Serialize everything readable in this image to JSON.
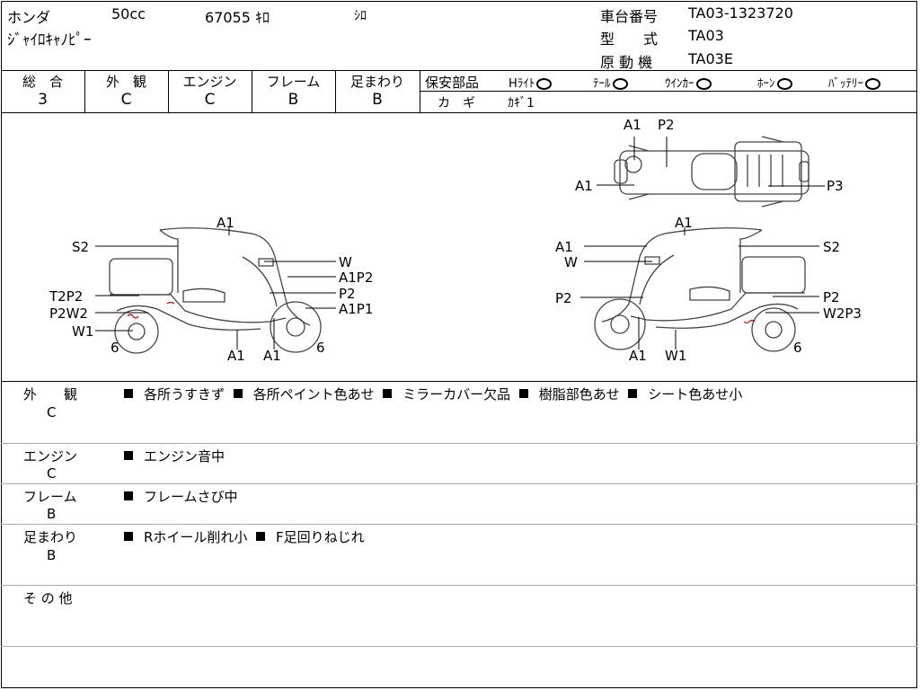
{
  "header": {
    "maker": "ホンダ",
    "displacement": "50cc",
    "mileage": "67055 ｷﾛ",
    "color": "ｼﾛ",
    "model_name": "ｼﾞｬｲﾛｷｬﾉﾋﾟｰ",
    "frame_no_label": "車台番号",
    "frame_no": "TA03-1323720",
    "type_label": "型　　式",
    "type": "TA03",
    "engine_label": "原 動 機",
    "engine": "TA03E"
  },
  "grades": {
    "overall_label": "総　合",
    "overall": "3",
    "exterior_label": "外　観",
    "exterior": "C",
    "engine_label": "エンジン",
    "engine": "C",
    "frame_label": "フレーム",
    "frame": "B",
    "suspension_label": "足まわり",
    "suspension": "B"
  },
  "safety": {
    "label": "保安部品",
    "items": [
      {
        "label": "Hﾗｲﾄ",
        "ok": true
      },
      {
        "label": "ﾃｰﾙ",
        "ok": true
      },
      {
        "label": "ｳｲﾝｶｰ",
        "ok": true
      },
      {
        "label": "ﾎｰﾝ",
        "ok": true
      },
      {
        "label": "ﾊﾞｯﾃﾘｰ",
        "ok": true
      }
    ],
    "key_label": "カ　ギ",
    "key_value": "ｶｷﾞ1"
  },
  "diagram": {
    "top_view": [
      "A1",
      "P2",
      "A1",
      "P3"
    ],
    "left_view": [
      "A1",
      "S2",
      "W",
      "A1P2",
      "T2P2",
      "P2",
      "P2W2",
      "A1P1",
      "W1",
      "6",
      "A1",
      "A1",
      "6"
    ],
    "right_view": [
      "A1",
      "A1",
      "S2",
      "W",
      "P2",
      "P2",
      "W2P3",
      "A1",
      "W1",
      "6"
    ]
  },
  "remarks": [
    {
      "label": "外　　観",
      "grade": "C",
      "items": [
        "各所うすきず",
        "各所ペイント色あせ",
        "ミラーカバー欠品",
        "樹脂部色あせ",
        "シート色あせ小"
      ]
    },
    {
      "label": "エンジン",
      "grade": "C",
      "items": [
        "エンジン音中"
      ]
    },
    {
      "label": "フレーム",
      "grade": "B",
      "items": [
        "フレームさび中"
      ]
    },
    {
      "label": "足まわり",
      "grade": "B",
      "items": [
        "Rホイール削れ小",
        "F足回りねじれ"
      ]
    },
    {
      "label": "そ の 他",
      "grade": "",
      "items": []
    }
  ],
  "colors": {
    "ink": "#000000",
    "damage_mark": "#cc0000",
    "divider": "#aaaaaa"
  }
}
